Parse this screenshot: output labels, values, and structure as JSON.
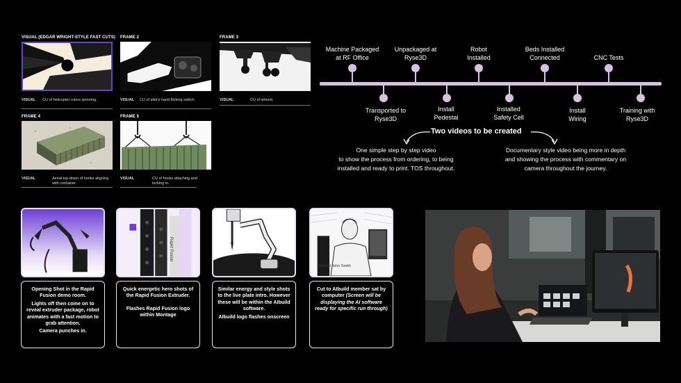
{
  "storyboard": {
    "frames": [
      {
        "header": "VISUAL (EDGAR WRIGHT-STYLE FAST CUTS)",
        "visual_label": "VISUAL",
        "description": "CU of helicopter rotors spinning."
      },
      {
        "header": "FRAME 2",
        "visual_label": "VISUAL",
        "description": "CU of pilot's hand flicking switch."
      },
      {
        "header": "FRAME 3",
        "visual_label": "VISUAL",
        "description": "CU of wheels"
      },
      {
        "header": "FRAME 4",
        "visual_label": "VISUAL",
        "description": "Aerial top-down of hooks aligning with container."
      },
      {
        "header": "FRAME 5",
        "visual_label": "VISUAL",
        "description": "CU of hooks attaching and locking in."
      }
    ]
  },
  "timeline": {
    "top": [
      {
        "label": "Machine Packaged\nat RF Office"
      },
      {
        "label": "Unpackaged at\nRyse3D"
      },
      {
        "label": "Robot\nInstalled"
      },
      {
        "label": "Beds Installed\nConnected"
      },
      {
        "label": "CNC Tests"
      }
    ],
    "bottom": [
      {
        "label": "Transported to\nRyse3D"
      },
      {
        "label": "Install\nPedestal"
      },
      {
        "label": "Installed\nSafety Cell"
      },
      {
        "label": "Install\nWiring"
      },
      {
        "label": "Training with\nRyse3D"
      }
    ],
    "accent_color": "#d9bfe4"
  },
  "videos": {
    "title": "Two videos to be created",
    "left": "One simple step by step video\nto show the process from ordering, to being\ninstalled and ready to print. TOS throughout.",
    "right": "Documentary style video being more in depth\nand showing the process with commentary on\ncamera throughout the journey."
  },
  "shots": [
    {
      "icon": "robot-arm-render-icon",
      "lines": [
        "Opening Shot in the Rapid Fusion demo room.",
        "Lights off then come on to reveal extruder package, robot animates with a fast motion to grab attention.",
        "Camera punches in."
      ]
    },
    {
      "icon": "extruder-render-icon",
      "extruder_label": "Rapid Fusion",
      "lines": [
        "Quick energetic hero shots of the Rapid Fusion Extruder.",
        "Flashes Rapid Fusion logo within Montage"
      ]
    },
    {
      "icon": "robot-arm-sketch-icon",
      "lines": [
        "Similar energy and style shots to the live plate intro. However these will be within the AIbuild software.",
        "AIbuild logo flashes onscreen"
      ]
    },
    {
      "icon": "person-at-computer-sketch-icon",
      "sketch_name_tag": "AIbuild John Smith",
      "lines": [
        "Cut to AIbuild member sat by computer"
      ],
      "italic": "(Screen will be displaying the AI software ready for specific run through)"
    }
  ],
  "photo": {
    "icon": "woman-at-computer-photo-icon"
  }
}
